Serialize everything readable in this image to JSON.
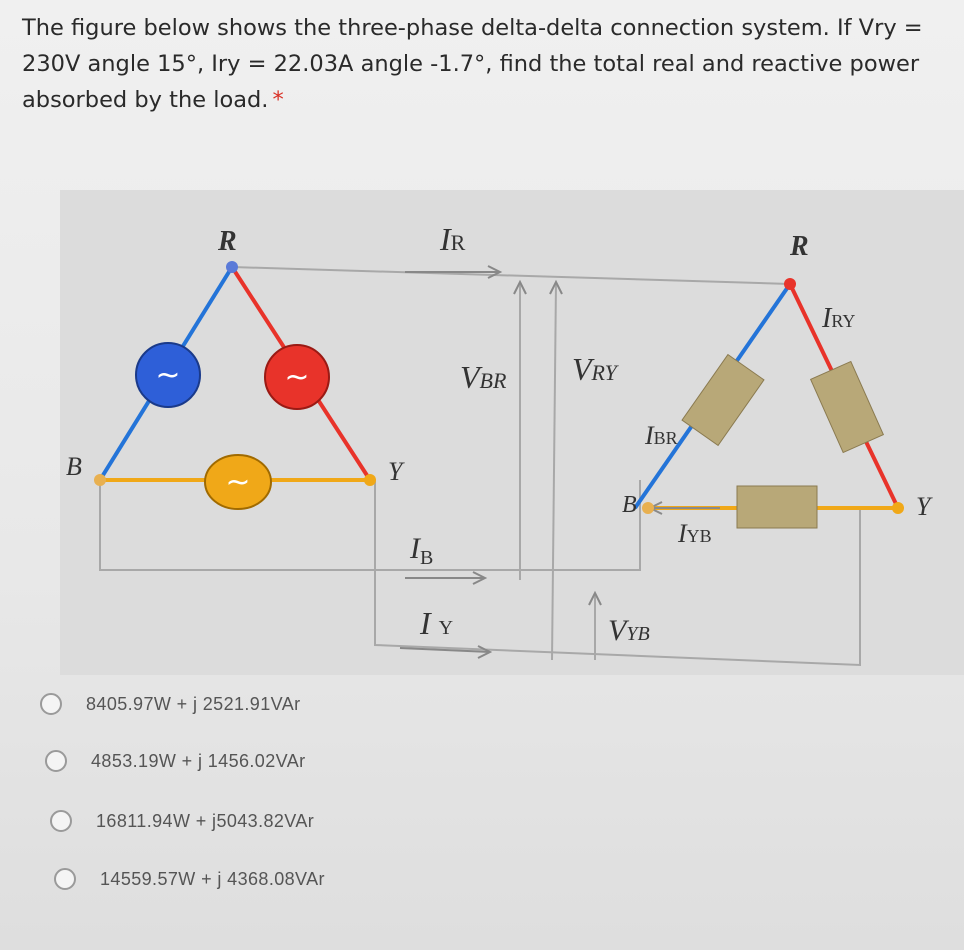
{
  "question": {
    "text": "The figure below shows the three-phase delta-delta connection system. If Vry = 230V angle 15°, Iry = 22.03A angle -1.7°, find the total real and reactive power absorbed by the load.",
    "required_marker": "*"
  },
  "figure": {
    "source_labels": {
      "r": "R",
      "y": "Y",
      "b": "B"
    },
    "load_labels": {
      "r": "R",
      "y": "Y",
      "b": "B"
    },
    "line_currents": {
      "ir_main": "I",
      "ir_sub": "R",
      "ib_main": "I",
      "ib_sub": "B",
      "iy_main": "I",
      "iy_sub": "Y"
    },
    "line_voltages": {
      "vbr_main": "V",
      "vbr_sub": "BR",
      "vry_main": "V",
      "vry_sub": "RY",
      "vyb_main": "V",
      "vyb_sub": "YB"
    },
    "phase_currents": {
      "iry_main": "I",
      "iry_sub": "RY",
      "ibr_main": "I",
      "ibr_sub": "BR",
      "iyb_main": "I",
      "iyb_sub": "YB"
    },
    "source_symbol": "~",
    "colors": {
      "r_phase": "#e8332a",
      "y_phase": "#f0a818",
      "b_phase": "#2474d8",
      "load": "#b8a878",
      "wire": "#999999"
    }
  },
  "options": [
    {
      "label": "8405.97W + j 2521.91VAr"
    },
    {
      "label": "4853.19W + j 1456.02VAr"
    },
    {
      "label": "16811.94W + j5043.82VAr"
    },
    {
      "label": "14559.57W + j 4368.08VAr"
    }
  ]
}
